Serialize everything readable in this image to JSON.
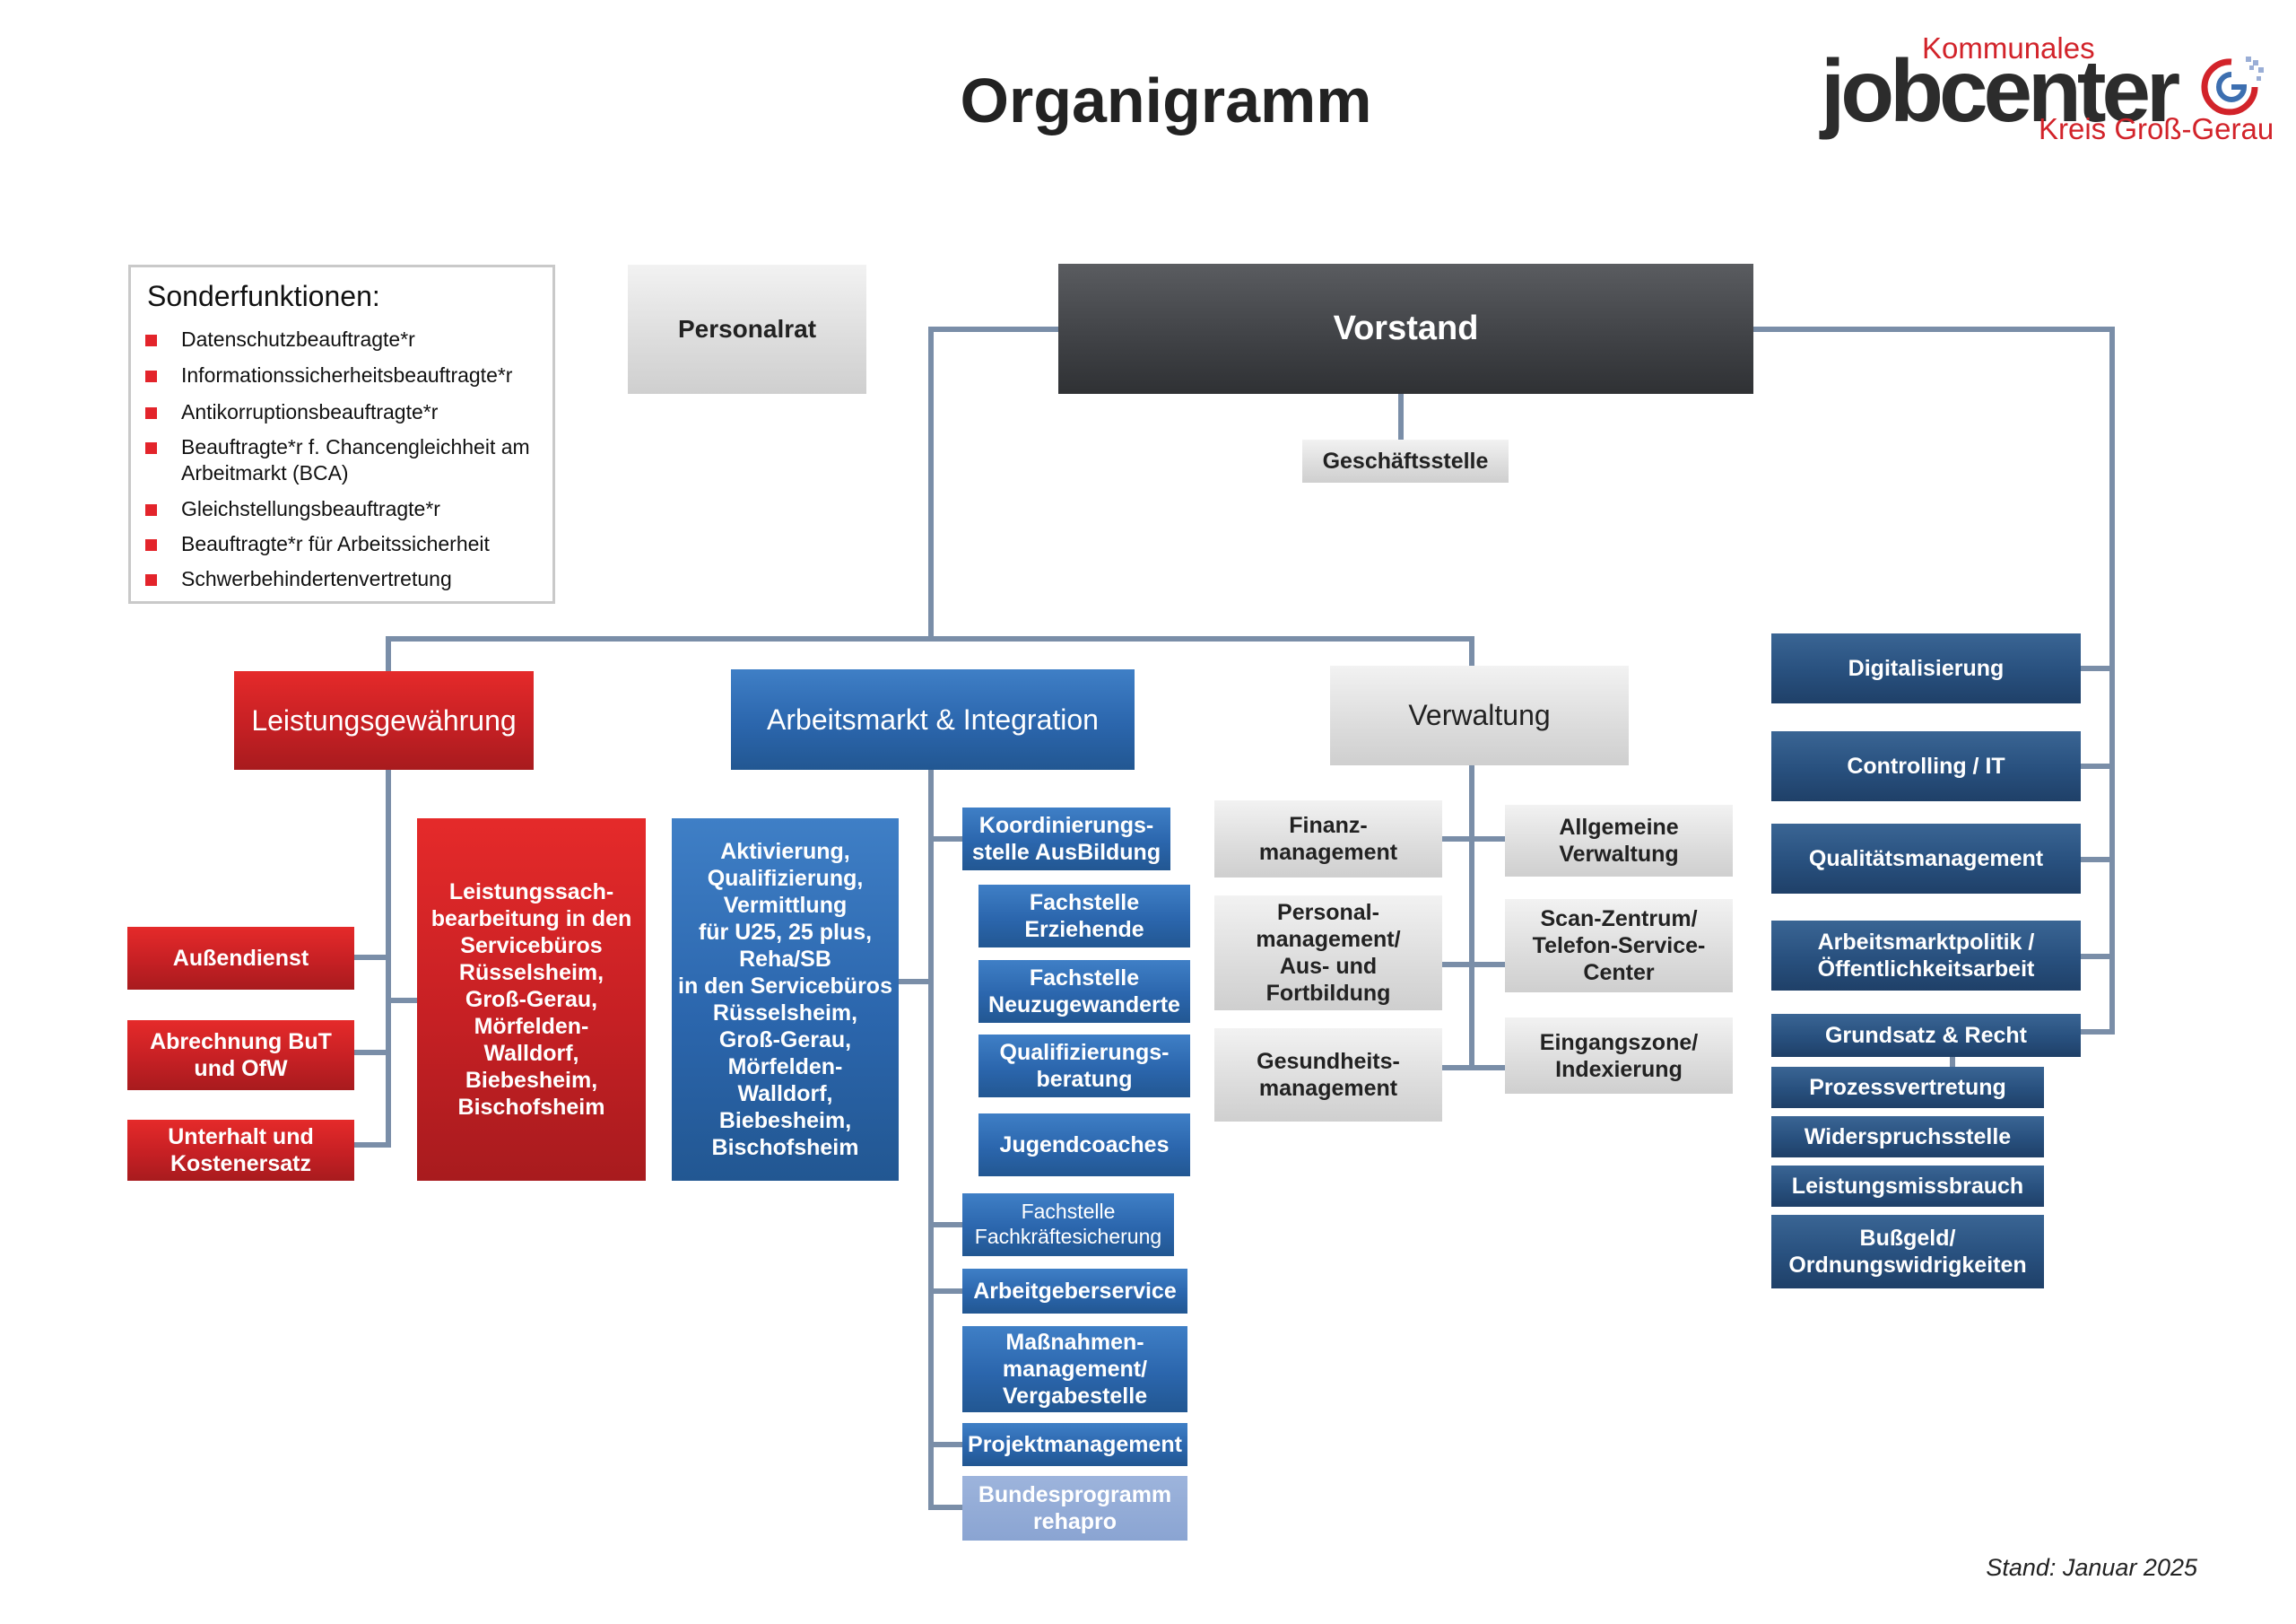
{
  "title": "Organigramm",
  "logo": {
    "top": "Kommunales",
    "main": "jobcenter",
    "bottom": "Kreis Groß-Gerau"
  },
  "legend": {
    "title": "Sonderfunktionen:",
    "items": [
      "Datenschutzbeauftragte*r",
      "Informationssicherheitsbeauftragte*r",
      "Antikorruptionsbeauftragte*r",
      "Beauftragte*r f. Chancengleichheit am Arbeitmarkt (BCA)",
      "Gleichstellungsbeauftragte*r",
      "Beauftragte*r für Arbeitssicherheit",
      "Schwerbehindertenvertretung"
    ]
  },
  "top": {
    "personalrat": "Personalrat",
    "vorstand": "Vorstand",
    "geschaeftsstelle": "Geschäftsstelle"
  },
  "leistung": {
    "head": "Leistungsgewährung",
    "main": "Leistungssach-\nbearbeitung in den\nServicebüros\nRüsselsheim,\nGroß-Gerau,\nMörfelden-\nWalldorf,\nBiebesheim,\nBischofsheim",
    "items": [
      "Außendienst",
      "Abrechnung BuT\nund OfW",
      "Unterhalt und\nKostenersatz"
    ]
  },
  "arbeit": {
    "head": "Arbeitsmarkt & Integration",
    "main": "Aktivierung,\nQualifizierung,\nVermittlung\nfür U25, 25 plus,\nReha/SB\nin den Servicebüros\nRüsselsheim,\nGroß-Gerau,\nMörfelden-\nWalldorf,\nBiebesheim,\nBischofsheim",
    "koord": "Koordinierungs-\nstelle AusBildung",
    "sub": [
      "Fachstelle\nErziehende",
      "Fachstelle\nNeuzugewanderte",
      "Qualifizierungs-\nberatung",
      "Jugendcoaches"
    ],
    "lower": [
      "Fachstelle\nFachkräftesicherung",
      "Arbeitgeberservice",
      "Maßnahmen-\nmanagement/\nVergabestelle",
      "Projektmanagement",
      "Bundesprogramm\nrehapro"
    ]
  },
  "verwaltung": {
    "head": "Verwaltung",
    "left": [
      "Finanz-\nmanagement",
      "Personal-\nmanagement/\nAus- und\nFortbildung",
      "Gesundheits-\nmanagement"
    ],
    "right": [
      "Allgemeine\nVerwaltung",
      "Scan-Zentrum/\nTelefon-Service-\nCenter",
      "Eingangszone/\nIndexierung"
    ]
  },
  "stab": {
    "items": [
      "Digitalisierung",
      "Controlling / IT",
      "Qualitätsmanagement",
      "Arbeitsmarktpolitik /\nÖffentlichkeitsarbeit",
      "Grundsatz & Recht"
    ],
    "recht": [
      "Prozessvertretung",
      "Widerspruchsstelle",
      "Leistungsmissbrauch",
      "Bußgeld/\nOrdnungswidrigkeiten"
    ]
  },
  "stand": "Stand: Januar 2025",
  "colors": {
    "red": "#c62024",
    "blue": "#2b66ad",
    "navy": "#28507e",
    "lightblue": "#8aa4d2",
    "gray": "#dcdcdc",
    "dark": "#3f4145",
    "line": "#7a8ea8"
  }
}
